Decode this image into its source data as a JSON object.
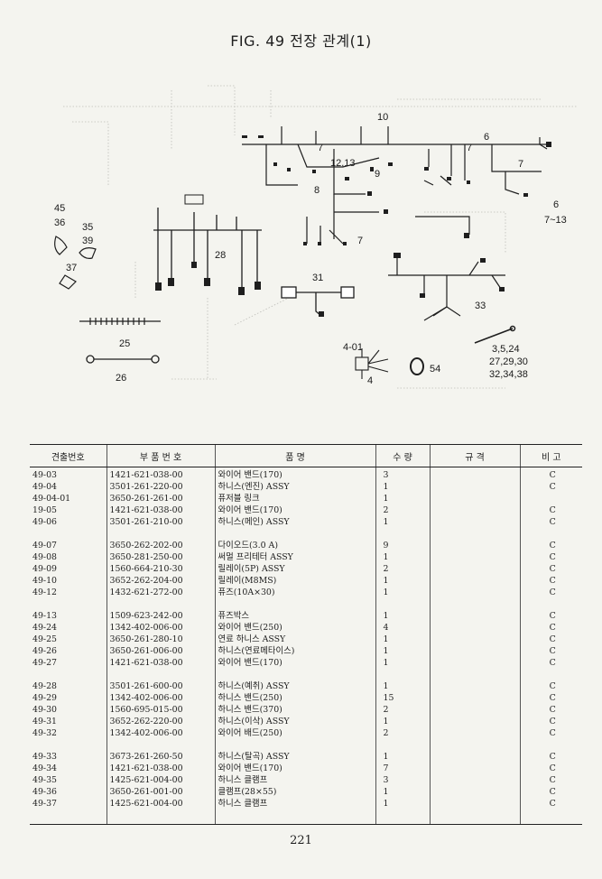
{
  "document": {
    "title": "FIG. 49 전장 관계(1)",
    "page_number": "221"
  },
  "callouts": {
    "c10": "10",
    "c6a": "6",
    "c7a": "7",
    "c7b": "7",
    "c7c": "7",
    "c7d": "7",
    "c1213": "12,13",
    "c9": "9",
    "c8": "8",
    "c45": "45",
    "c36": "36",
    "c35": "35",
    "c39": "39",
    "c37": "37",
    "c28": "28",
    "c31": "31",
    "c6b": "6",
    "c713": "7~13",
    "c33": "33",
    "c25": "25",
    "c26": "26",
    "c401": "4-01",
    "c4": "4",
    "c54": "54",
    "c3524": "3,5,24",
    "c272930": "27,29,30",
    "c323438": "32,34,38"
  },
  "table": {
    "headers": [
      "견출번호",
      "부 품 번 호",
      "품 명",
      "수 량",
      "규 격",
      "비 고"
    ],
    "groups": [
      [
        [
          "49-03",
          "1421-621-038-00",
          "와이어 밴드(170)",
          "3",
          "",
          "C"
        ],
        [
          "49-04",
          "3501-261-220-00",
          "하니스(엔진) ASSY",
          "1",
          "",
          "C"
        ],
        [
          "49-04-01",
          "3650-261-261-00",
          "퓨저블 링크",
          "1",
          "",
          ""
        ],
        [
          "19-05",
          "1421-621-038-00",
          "와이어 밴드(170)",
          "2",
          "",
          "C"
        ],
        [
          "49-06",
          "3501-261-210-00",
          "하니스(메인) ASSY",
          "1",
          "",
          "C"
        ]
      ],
      [
        [
          "49-07",
          "3650-262-202-00",
          "다이오드(3.0 A)",
          "9",
          "",
          "C"
        ],
        [
          "49-08",
          "3650-281-250-00",
          "써멀 프리테터 ASSY",
          "1",
          "",
          "C"
        ],
        [
          "49-09",
          "1560-664-210-30",
          "릴레이(5P) ASSY",
          "2",
          "",
          "C"
        ],
        [
          "49-10",
          "3652-262-204-00",
          "릴레이(M8MS)",
          "1",
          "",
          "C"
        ],
        [
          "49-12",
          "1432-621-272-00",
          "퓨즈(10A×30)",
          "1",
          "",
          "C"
        ]
      ],
      [
        [
          "49-13",
          "1509-623-242-00",
          "퓨즈박스",
          "1",
          "",
          "C"
        ],
        [
          "49-24",
          "1342-402-006-00",
          "와이어 밴드(250)",
          "4",
          "",
          "C"
        ],
        [
          "49-25",
          "3650-261-280-10",
          "연료 하니스 ASSY",
          "1",
          "",
          "C"
        ],
        [
          "49-26",
          "3650-261-006-00",
          "하니스(연료메타이스)",
          "1",
          "",
          "C"
        ],
        [
          "49-27",
          "1421-621-038-00",
          "와이어 밴드(170)",
          "1",
          "",
          "C"
        ]
      ],
      [
        [
          "49-28",
          "3501-261-600-00",
          "하니스(예취) ASSY",
          "1",
          "",
          "C"
        ],
        [
          "49-29",
          "1342-402-006-00",
          "하니스 밴드(250)",
          "15",
          "",
          "C"
        ],
        [
          "49-30",
          "1560-695-015-00",
          "하니스 밴드(370)",
          "2",
          "",
          "C"
        ],
        [
          "49-31",
          "3652-262-220-00",
          "하니스(이삭) ASSY",
          "1",
          "",
          "C"
        ],
        [
          "49-32",
          "1342-402-006-00",
          "와이어 배드(250)",
          "2",
          "",
          "C"
        ]
      ],
      [
        [
          "49-33",
          "3673-261-260-50",
          "하니스(탈곡) ASSY",
          "1",
          "",
          "C"
        ],
        [
          "49-34",
          "1421-621-038-00",
          "와이어 밴드(170)",
          "7",
          "",
          "C"
        ],
        [
          "49-35",
          "1425-621-004-00",
          "하니스 클램프",
          "3",
          "",
          "C"
        ],
        [
          "49-36",
          "3650-261-001-00",
          "클램프(28×55)",
          "1",
          "",
          "C"
        ],
        [
          "49-37",
          "1425-621-004-00",
          "하니스 클램프",
          "1",
          "",
          "C"
        ]
      ]
    ]
  },
  "colors": {
    "ink": "#1e1e1e",
    "paper": "#f4f4ef",
    "ghost": "#b9b9b4"
  }
}
